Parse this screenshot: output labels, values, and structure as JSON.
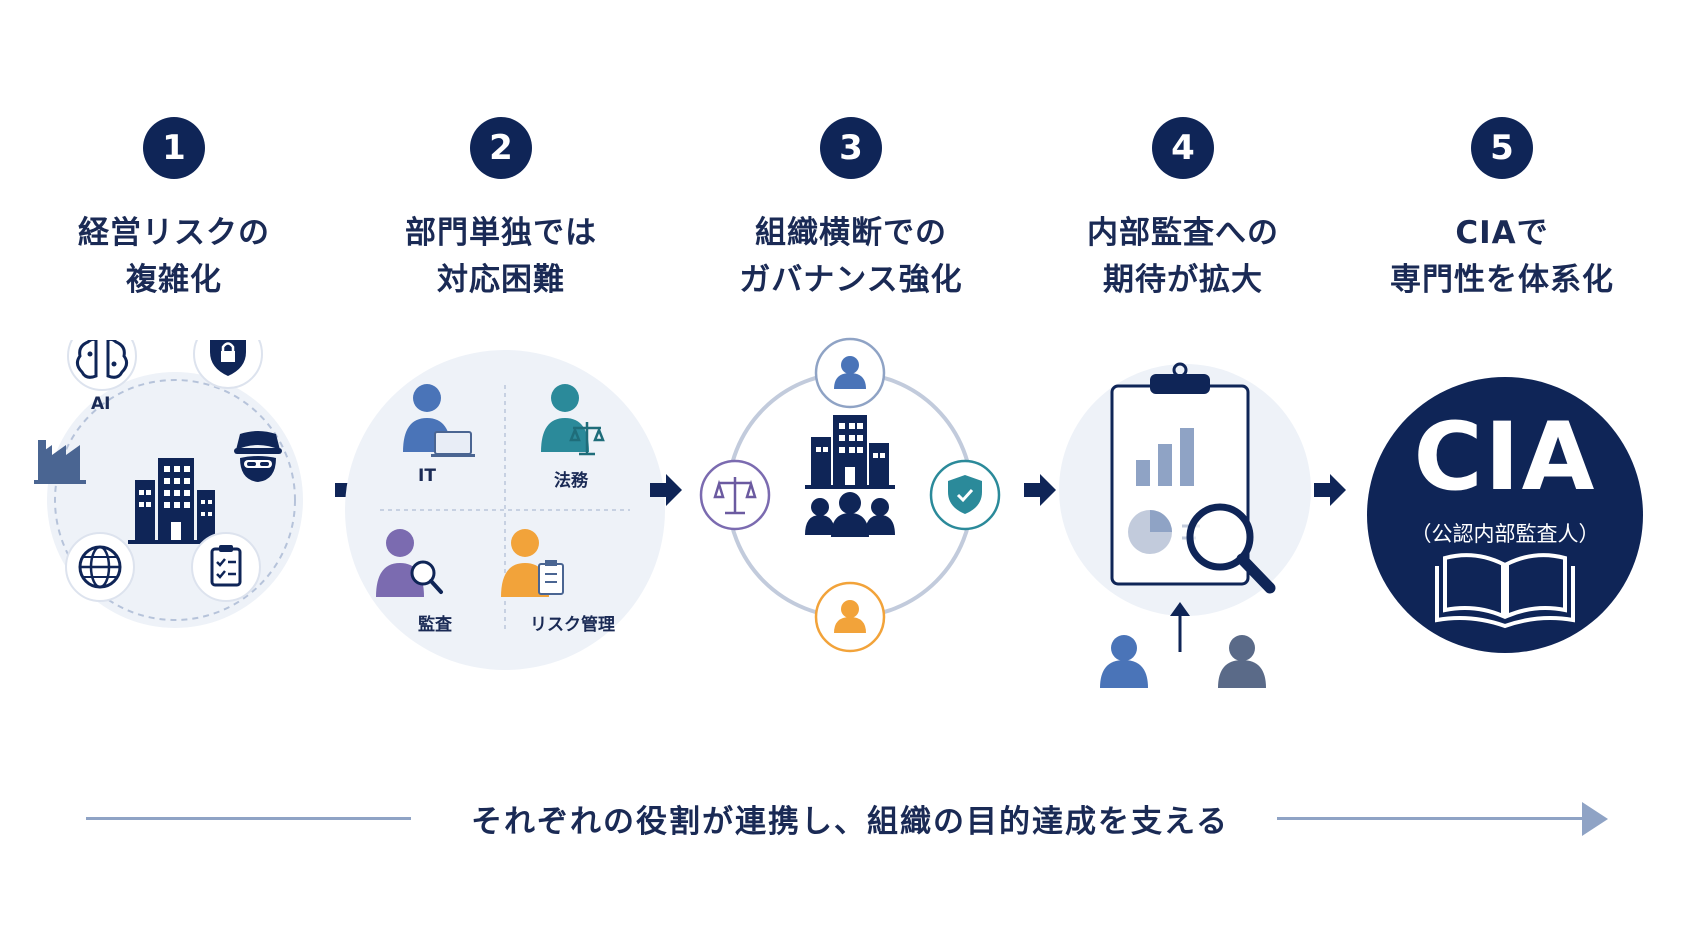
{
  "steps": [
    {
      "number": "1",
      "title_line1": "経営リスクの",
      "title_line2": "複雑化"
    },
    {
      "number": "2",
      "title_line1": "部門単独では",
      "title_line2": "対応困難"
    },
    {
      "number": "3",
      "title_line1": "組織横断での",
      "title_line2": "ガバナンス強化"
    },
    {
      "number": "4",
      "title_line1": "内部監査への",
      "title_line2": "期待が拡大"
    },
    {
      "number": "5",
      "title_line1": "CIAで",
      "title_line2": "専門性を体系化"
    }
  ],
  "step1": {
    "ai_label": "AI"
  },
  "step2": {
    "it_label": "IT",
    "legal_label": "法務",
    "audit_label": "監査",
    "risk_label": "リスク管理"
  },
  "step5": {
    "cia_title": "CIA",
    "cia_subtitle": "（公認内部監査人）"
  },
  "footer": {
    "text": "それぞれの役割が連携し、組織の目的達成を支える"
  },
  "colors": {
    "navy": "#0f2557",
    "light_bg": "#eef2f8",
    "line": "#8fa3c5",
    "teal": "#2b8a9a",
    "orange": "#f2a33a",
    "purple": "#7b6bb0",
    "blue": "#4a74b8"
  }
}
